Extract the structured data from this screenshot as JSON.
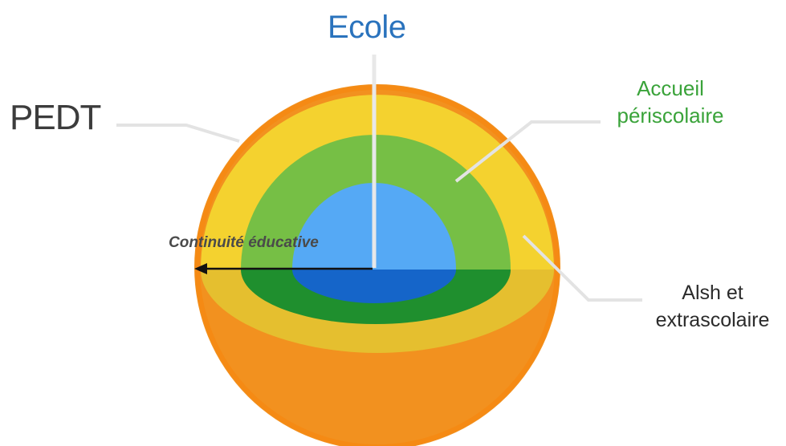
{
  "labels": {
    "ecole": "Ecole",
    "pedt": "PEDT",
    "accueil_line1": "Accueil",
    "accueil_line2": "périscolaire",
    "alsh_line1": "Alsh et",
    "alsh_line2": "extrascolaire",
    "continuite": "Continuité éducative"
  },
  "colors": {
    "outer_orange": "#f2911f",
    "outer_orange_rim": "#f07f12",
    "yellow_layer": "#f4d22f",
    "yellow_layer_lower": "#e6c02e",
    "green_layer": "#76bf45",
    "green_layer_lower": "#1f8f2e",
    "blue_core": "#55a9f5",
    "blue_core_lower": "#1565c9",
    "leader_line": "#e6e6e6",
    "arrow": "#111111",
    "ecole_text": "#2a73bd",
    "accueil_text": "#3aa33a"
  }
}
